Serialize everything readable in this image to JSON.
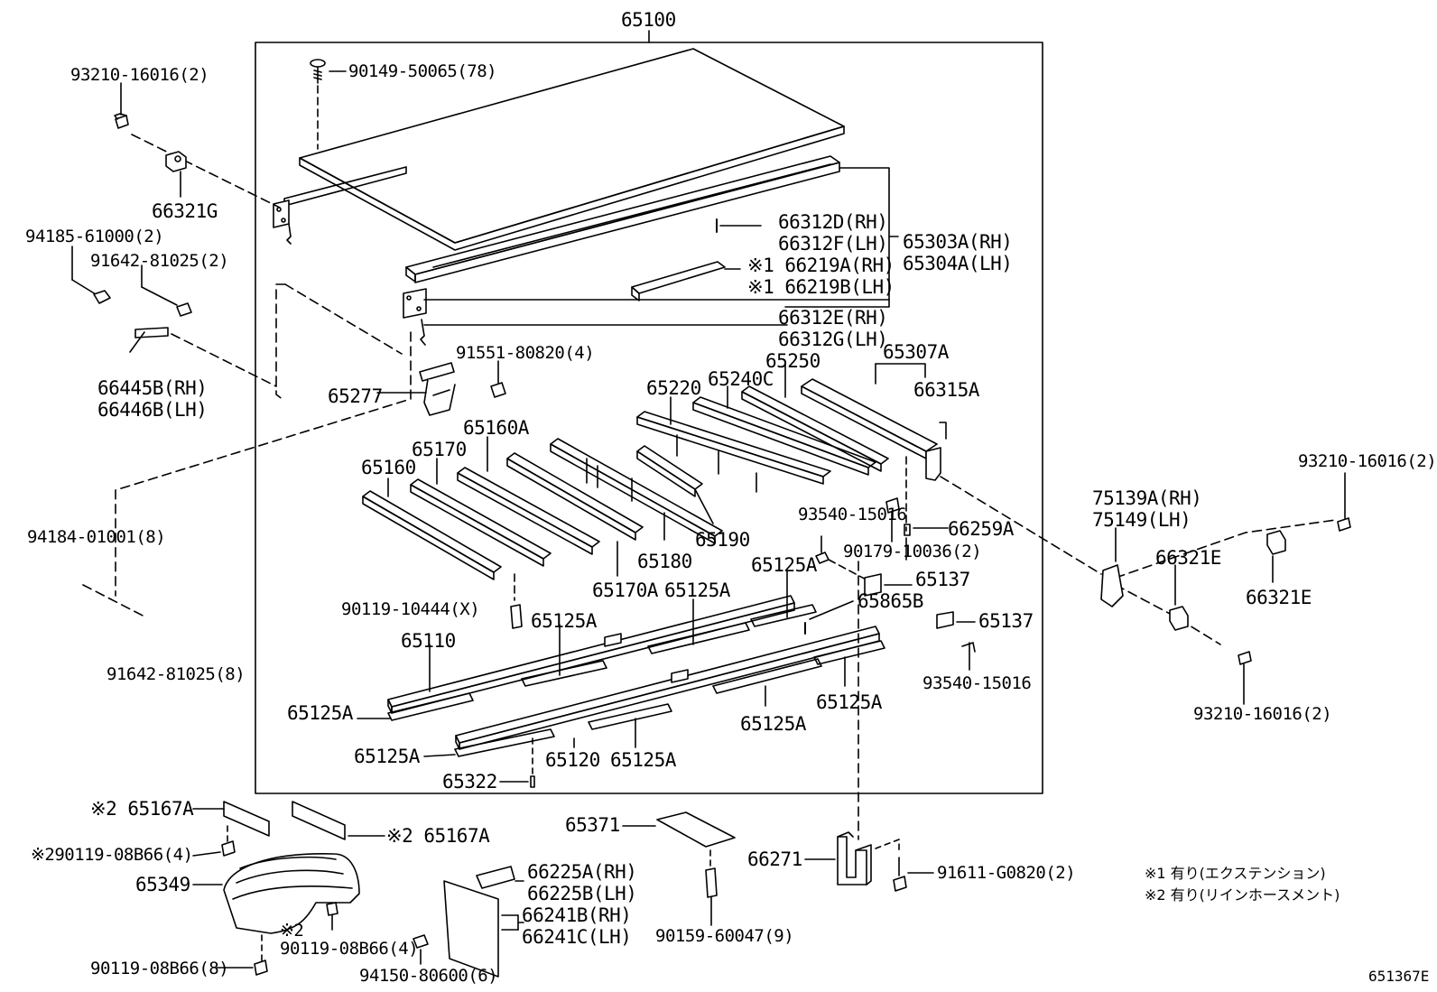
{
  "assembly": "65100",
  "labels": {
    "l_90149": "90149-50065(78)",
    "l_93210_tl": "93210-16016(2)",
    "l_66321G": "66321G",
    "l_94185": "94185-61000(2)",
    "l_91642_top": "91642-81025(2)",
    "l_66445B": "66445B(RH)",
    "l_66446B": "66446B(LH)",
    "l_66312D": "66312D(RH)",
    "l_66312F": "66312F(LH)",
    "l_65303A": "65303A(RH)",
    "l_65304A": "65304A(LH)",
    "l_66219A": "※1 66219A(RH)",
    "l_66219B": "※1 66219B(LH)",
    "l_66312E": "66312E(RH)",
    "l_66312G": "66312G(LH)",
    "l_91551": "91551-80820(4)",
    "l_65307A": "65307A",
    "l_65250": "65250",
    "l_65240C": "65240C",
    "l_65220": "65220",
    "l_66315A": "66315A",
    "l_65277": "65277",
    "l_65160A": "65160A",
    "l_65170": "65170",
    "l_65160": "65160",
    "l_94184": "94184-01001(8)",
    "l_93540_a": "93540-15016",
    "l_90179": "90179-10036(2)",
    "l_66259A": "66259A",
    "l_75139A": "75139A(RH)",
    "l_75149": "75149(LH)",
    "l_93210_r1": "93210-16016(2)",
    "l_66321E_a": "66321E",
    "l_66321E_b": "66321E",
    "l_65190": "65190",
    "l_65180": "65180",
    "l_65170A": "65170A",
    "l_65125A_1": "65125A",
    "l_65125A_2": "65125A",
    "l_65137_a": "65137",
    "l_65865B": "65865B",
    "l_65137_b": "65137",
    "l_90119_X": "90119-10444(X)",
    "l_65125A_3": "65125A",
    "l_65110": "65110",
    "l_91642_bot": "91642-81025(8)",
    "l_93540_b": "93540-15016",
    "l_93210_r2": "93210-16016(2)",
    "l_65125A_4": "65125A",
    "l_65125A_5": "65125A",
    "l_65125A_6": "65125A",
    "l_65125A_7": "65125A",
    "l_65125A_8": "65125A",
    "l_65120": "65120",
    "l_65322": "65322",
    "l_65167A_1": "※2 65167A",
    "l_65167A_2": "※2 65167A",
    "l_90119_08B66_a": "※290119-08B66(4)",
    "l_65349": "65349",
    "l_90119_08B66_b_mark": "※2",
    "l_90119_08B66_b": "90119-08B66(4)",
    "l_90119_08B66_8": "90119-08B66(8)",
    "l_65371": "65371",
    "l_66225A": "66225A(RH)",
    "l_66225B": "66225B(LH)",
    "l_66241B": "66241B(RH)",
    "l_66241C": "66241C(LH)",
    "l_94150": "94150-80600(6)",
    "l_90159": "90159-60047(9)",
    "l_66271": "66271",
    "l_91611": "91611-G0820(2)"
  },
  "notes": {
    "note1": "※1 有り(エクステンション)",
    "note2": "※2 有り(リインホースメント)"
  },
  "diagram_code": "651367E"
}
